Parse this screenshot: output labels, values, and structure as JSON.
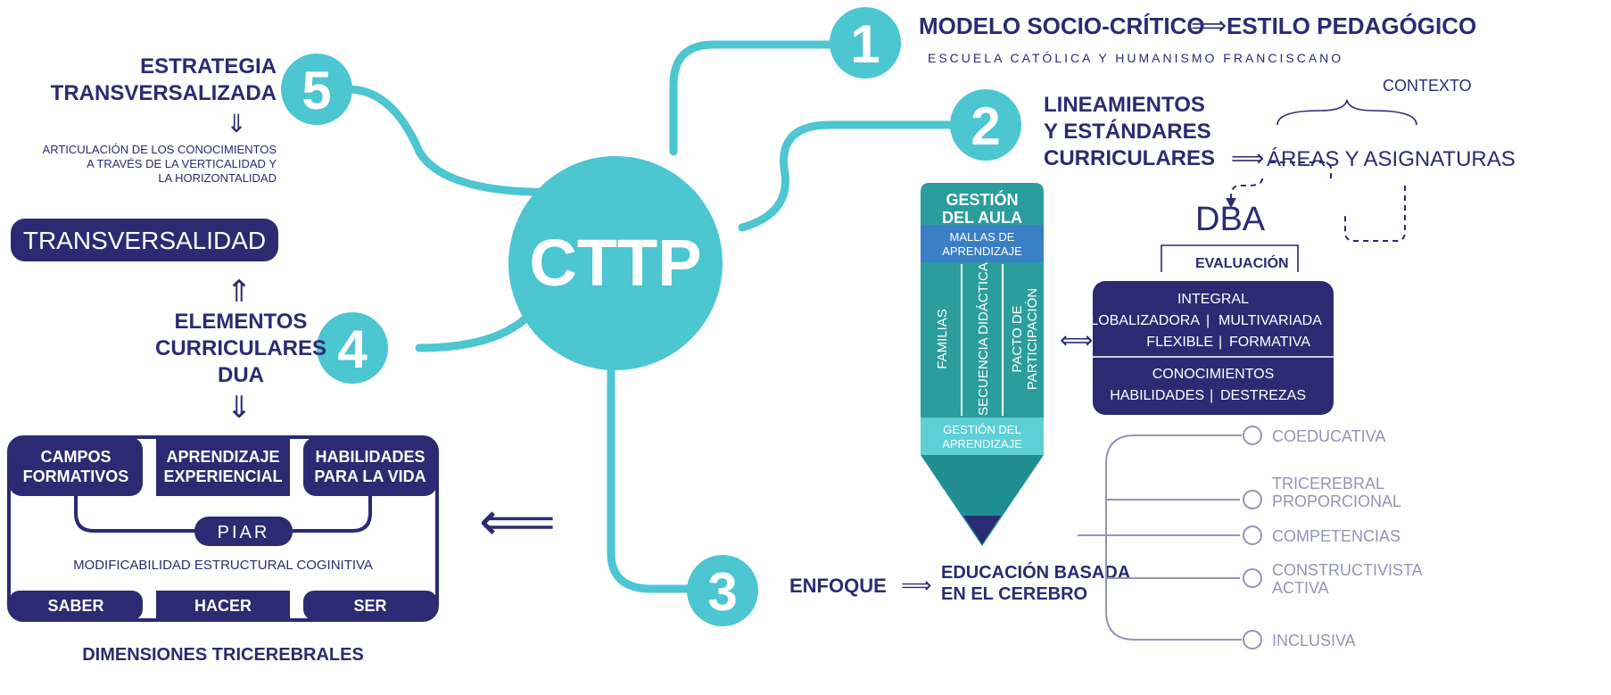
{
  "colors": {
    "teal": "#4cc6d0",
    "navy": "#2b2a72",
    "pencil_dark": "#2a9d9c",
    "pencil_light": "#5dd0d6",
    "pencil_band": "#3a7ec6",
    "lilac": "#9494b8"
  },
  "center": {
    "label": "CTTP"
  },
  "branch1": {
    "number": "1",
    "title_a": "MODELO SOCIO-CRÍTICO",
    "arrow": "⟹",
    "title_b": "ESTILO PEDAGÓGICO",
    "subtitle": "ESCUELA CATÓLICA Y HUMANISMO FRANCISCANO"
  },
  "branch2": {
    "number": "2",
    "title_lines": [
      "LINEAMIENTOS",
      "Y ESTÁNDARES",
      "CURRICULARES"
    ],
    "arrow": "⟹",
    "areas": "ÁREAS Y ASIGNATURAS",
    "contexto": "CONTEXTO",
    "dba": "DBA",
    "evaluacion": "EVALUACIÓN",
    "eval_box": {
      "integral": "INTEGRAL",
      "glob": "GLOBALIZADORA",
      "multi": "MULTIVARIADA",
      "flex": "FLEXIBLE",
      "form": "FORMATIVA",
      "conoc": "CONOCIMIENTOS",
      "hab": "HABILIDADES",
      "dest": "DESTREZAS",
      "sep": "|"
    },
    "double_arrow": "⟺"
  },
  "pencil": {
    "top_lines": [
      "GESTIÓN",
      "DEL AULA"
    ],
    "band_lines": [
      "MALLAS DE",
      "APRENDIZAJE"
    ],
    "columns": [
      "FAMILIAS",
      "SECUENCIA DIDÁCTICA"
    ],
    "col3_lines": [
      "PACTO DE",
      "PARTICIPACIÓN"
    ],
    "bottom_lines": [
      "GESTIÓN DEL",
      "APRENDIZAJE"
    ]
  },
  "branch3": {
    "number": "3",
    "enfoque": "ENFOQUE",
    "arrow": "⟹",
    "edu_lines": [
      "EDUCACIÓN BASADA",
      "EN EL CEREBRO"
    ],
    "options": [
      {
        "lines": [
          "COEDUCATIVA"
        ]
      },
      {
        "lines": [
          "TRICEREBRAL",
          "PROPORCIONAL"
        ]
      },
      {
        "lines": [
          "COMPETENCIAS"
        ]
      },
      {
        "lines": [
          "CONSTRUCTIVISTA",
          "ACTIVA"
        ]
      },
      {
        "lines": [
          "INCLUSIVA"
        ]
      }
    ]
  },
  "branch4": {
    "number": "4",
    "title_lines": [
      "ELEMENTOS",
      "CURRICULARES",
      "DUA"
    ],
    "up_arrow": "⇑",
    "down_arrow": "⇓",
    "left_arrow": "⟸"
  },
  "branch5": {
    "number": "5",
    "title_lines": [
      "ESTRATEGIA",
      "TRANSVERSALIZADA"
    ],
    "down_arrow": "⇓",
    "desc_lines": [
      "ARTICULACIÓN DE LOS CONOCIMIENTOS",
      "A TRAVÉS DE LA VERTICALIDAD Y",
      "LA HORIZONTALIDAD"
    ],
    "transversalidad": "TRANSVERSALIDAD"
  },
  "curriculum": {
    "top_cells": [
      [
        "CAMPOS",
        "FORMATIVOS"
      ],
      [
        "APRENDIZAJE",
        "EXPERIENCIAL"
      ],
      [
        "HABILIDADES",
        "PARA LA VIDA"
      ]
    ],
    "piar": "PIAR",
    "modificabilidad": "MODIFICABILIDAD ESTRUCTURAL COGINITIVA",
    "bottom_cells": [
      "SABER",
      "HACER",
      "SER"
    ],
    "dimensiones": "DIMENSIONES TRICEREBRALES"
  }
}
